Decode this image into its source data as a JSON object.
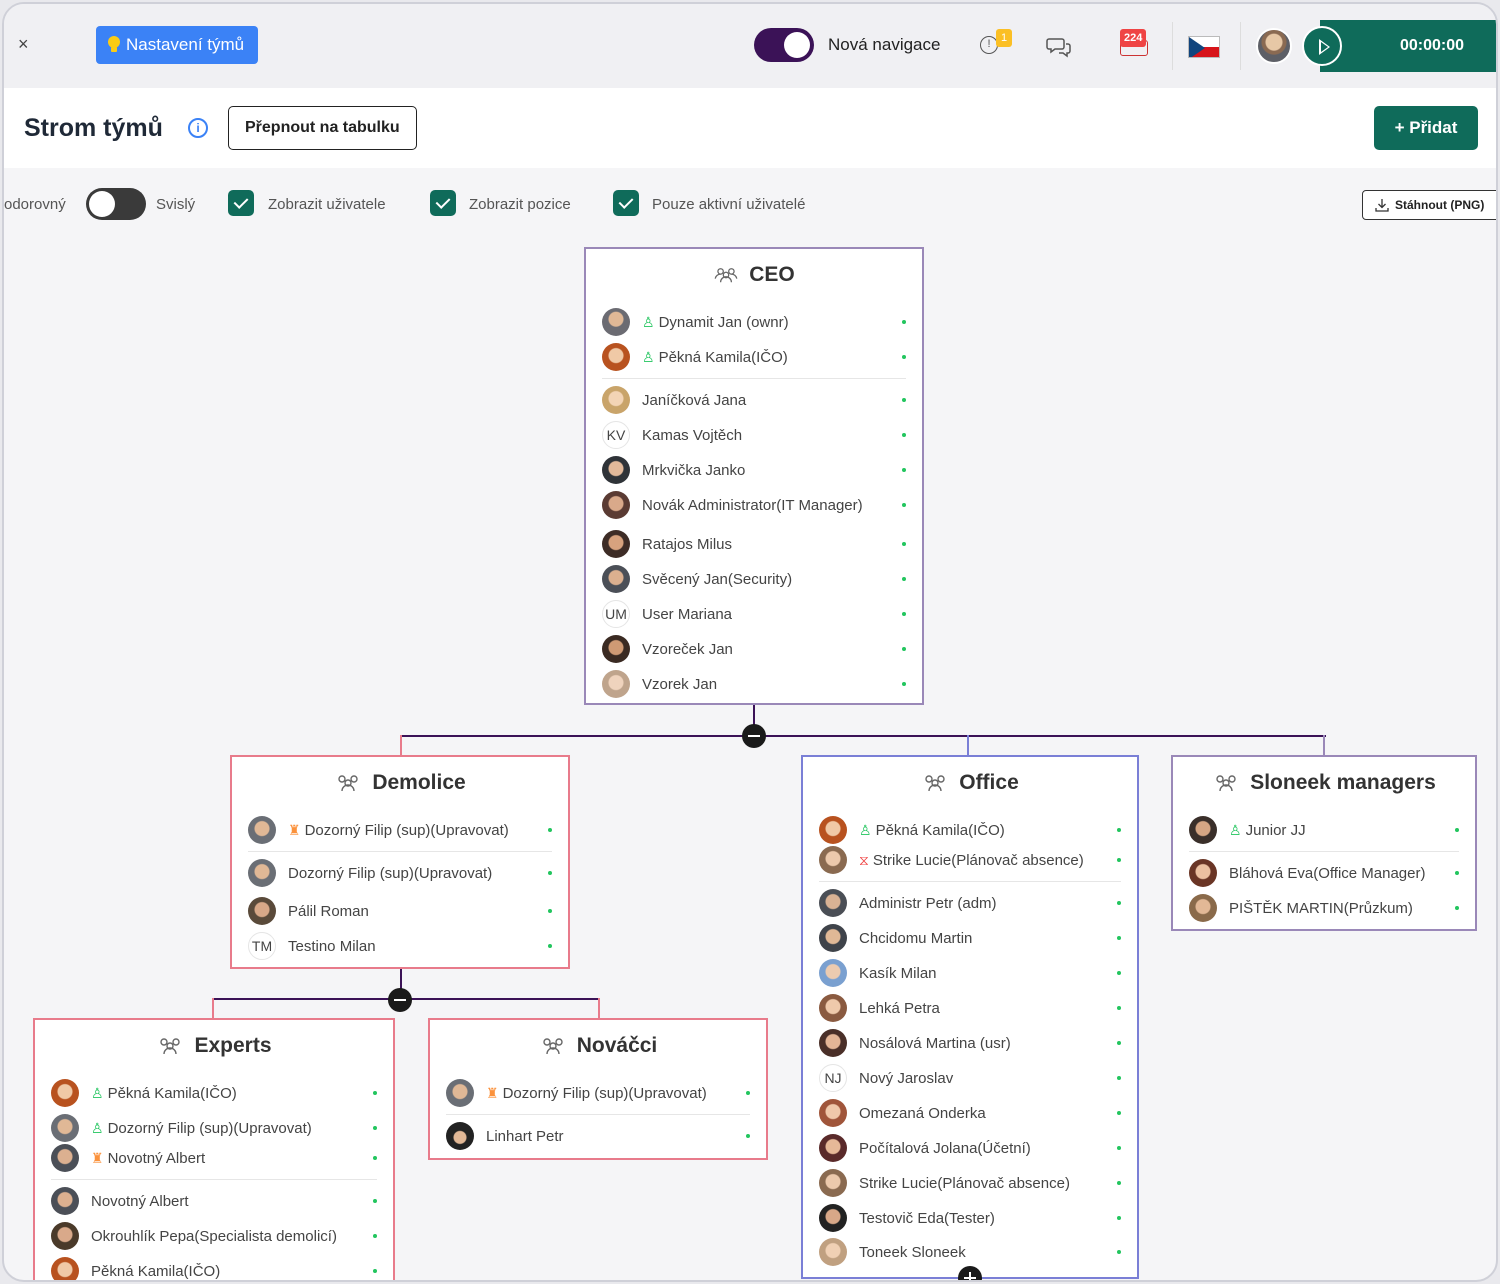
{
  "topbar": {
    "close": "×",
    "team_settings": "Nastavení týmů",
    "new_nav_label": "Nová navigace",
    "alert_badge": "1",
    "messages_badge": "224",
    "timer": "00:00:00"
  },
  "header": {
    "title": "Strom týmů",
    "info": "i",
    "switch_to_table": "Přepnout na tabulku",
    "add": "+ Přidat"
  },
  "options": {
    "horizontal": "odorovný",
    "vertical": "Svislý",
    "show_users": "Zobrazit uživatele",
    "show_positions": "Zobrazit pozice",
    "only_active": "Pouze aktivní uživatelé",
    "download_png": "Stáhnout (PNG)"
  },
  "teams": {
    "ceo": {
      "name": "CEO",
      "managers": [
        "Dynamit Jan (ownr)",
        "Pěkná Kamila(IČO)"
      ],
      "members": [
        "Janíčková Jana",
        "Kamas Vojtěch",
        "Mrkvička Janko",
        "Novák Administrator(IT Manager)",
        "Ratajos Milus",
        "Svěcený Jan(Security)",
        "User Mariana",
        "Vzoreček Jan",
        "Vzorek Jan"
      ],
      "initials": {
        "kv": "KV",
        "um": "UM"
      }
    },
    "demolice": {
      "name": "Demolice",
      "managers": [
        "Dozorný Filip (sup)(Upravovat)"
      ],
      "members": [
        "Dozorný Filip (sup)(Upravovat)",
        "Pálil Roman",
        "Testino Milan"
      ],
      "initials": {
        "tm": "TM"
      }
    },
    "office": {
      "name": "Office",
      "managers": [
        "Pěkná Kamila(IČO)",
        "Strike Lucie(Plánovač absence)"
      ],
      "members": [
        "Administr Petr (adm)",
        "Chcidomu Martin",
        "Kasík Milan",
        "Lehká Petra",
        "Nosálová Martina (usr)",
        "Nový Jaroslav",
        "Omezaná Onderka",
        "Počítalová Jolana(Účetní)",
        "Strike Lucie(Plánovač absence)",
        "Testovič Eda(Tester)",
        "Toneek Sloneek"
      ],
      "initials": {
        "nj": "NJ"
      }
    },
    "sloneek": {
      "name": "Sloneek managers",
      "managers": [
        "Junior JJ"
      ],
      "members": [
        "Bláhová Eva(Office Manager)",
        "PIŠTĚK MARTIN(Průzkum)"
      ]
    },
    "experts": {
      "name": "Experts",
      "managers": [
        "Pěkná Kamila(IČO)",
        "Dozorný Filip (sup)(Upravovat)",
        "Novotný Albert"
      ],
      "members": [
        "Novotný Albert",
        "Okrouhlík Pepa(Specialista demolicí)",
        "Pěkná Kamila(IČO)"
      ]
    },
    "novacci": {
      "name": "Nováčci",
      "managers": [
        "Dozorný Filip (sup)(Upravovat)"
      ],
      "members": [
        "Linhart Petr"
      ]
    }
  },
  "colors": {
    "accent": "#0f6b5a",
    "blue_button": "#3b82f6",
    "tree_line": "#3b1257",
    "pink_border": "#e87b8b",
    "blue_border": "#7a7fd6"
  }
}
